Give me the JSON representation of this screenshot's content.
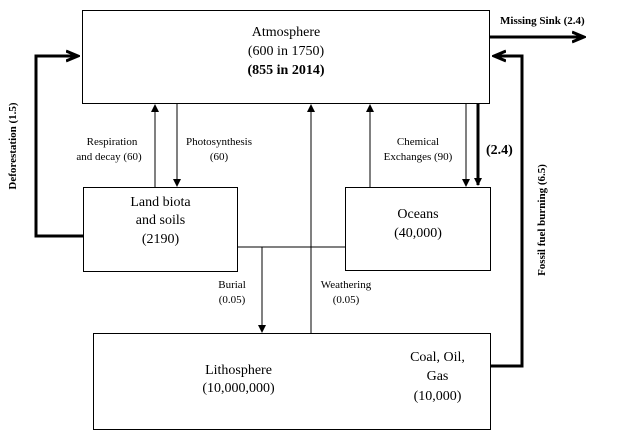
{
  "atmosphere": {
    "title": "Atmosphere",
    "line1": "(600 in 1750)",
    "line2": "(855 in 2014)"
  },
  "land": {
    "line1": "Land biota",
    "line2": "and soils",
    "line3": "(2190)"
  },
  "oceans": {
    "title": "Oceans",
    "value": "(40,000)"
  },
  "lithosphere": {
    "title": "Lithosphere",
    "value": "(10,000,000)"
  },
  "fossil": {
    "line1": "Coal, Oil,",
    "line2": "Gas",
    "value": "(10,000)"
  },
  "flows": {
    "missing_sink": "Missing Sink (2.4)",
    "respiration_1": "Respiration",
    "respiration_2": "and decay (60)",
    "photosynthesis_1": "Photosynthesis",
    "photosynthesis_2": "(60)",
    "chemical_1": "Chemical",
    "chemical_2": "Exchanges (90)",
    "ocean_uptake": "(2.4)",
    "burial_1": "Burial",
    "burial_2": "(0.05)",
    "weathering_1": "Weathering",
    "weathering_2": "(0.05)",
    "deforestation": "Deforestation (1.5)",
    "fossil_burning": "Fossil fuel burning (6.5)"
  }
}
